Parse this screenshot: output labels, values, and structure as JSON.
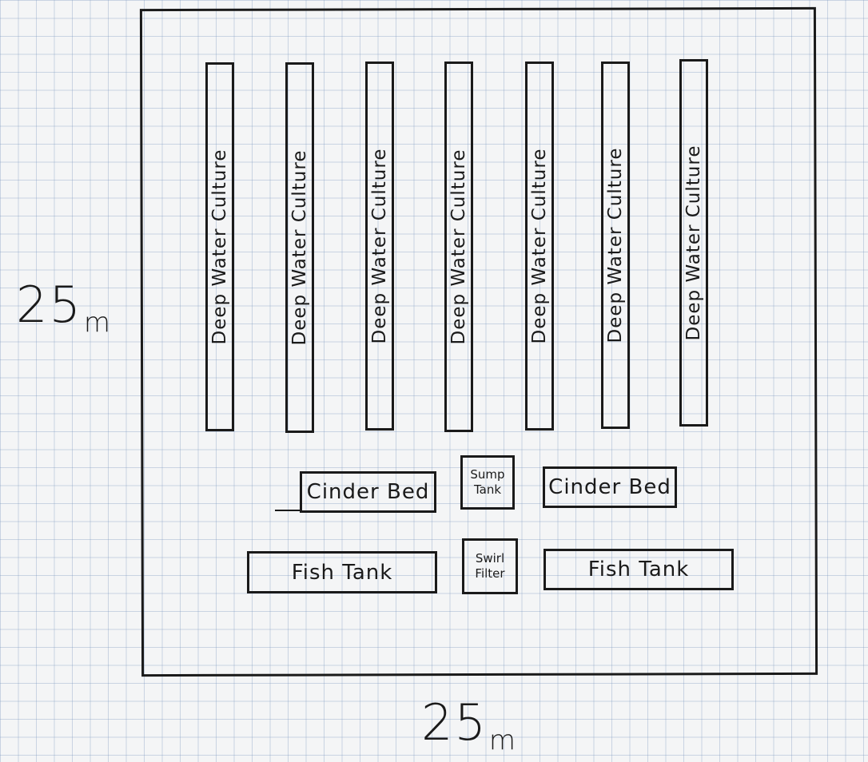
{
  "dimensions": {
    "left": {
      "value": "25",
      "unit": "m"
    },
    "bottom": {
      "value": "25",
      "unit": "m"
    }
  },
  "dwc_label": "Deep Water Culture",
  "dwc_channels": [
    {
      "label": "Deep Water Culture"
    },
    {
      "label": "Deep Water Culture"
    },
    {
      "label": "Deep Water Culture"
    },
    {
      "label": "Deep Water Culture"
    },
    {
      "label": "Deep Water Culture"
    },
    {
      "label": "Deep Water Culture"
    },
    {
      "label": "Deep Water Culture"
    }
  ],
  "cinder_beds": [
    {
      "label": "Cinder Bed"
    },
    {
      "label": "Cinder Bed"
    }
  ],
  "sump_tank": {
    "line1": "Sump",
    "line2": "Tank"
  },
  "swirl_filter": {
    "line1": "Swirl",
    "line2": "Filter"
  },
  "fish_tanks": [
    {
      "label": "Fish Tank"
    },
    {
      "label": "Fish Tank"
    }
  ],
  "colors": {
    "ink": "#1a1a1a",
    "paper": "#f4f5f6",
    "grid": "#7896be"
  }
}
